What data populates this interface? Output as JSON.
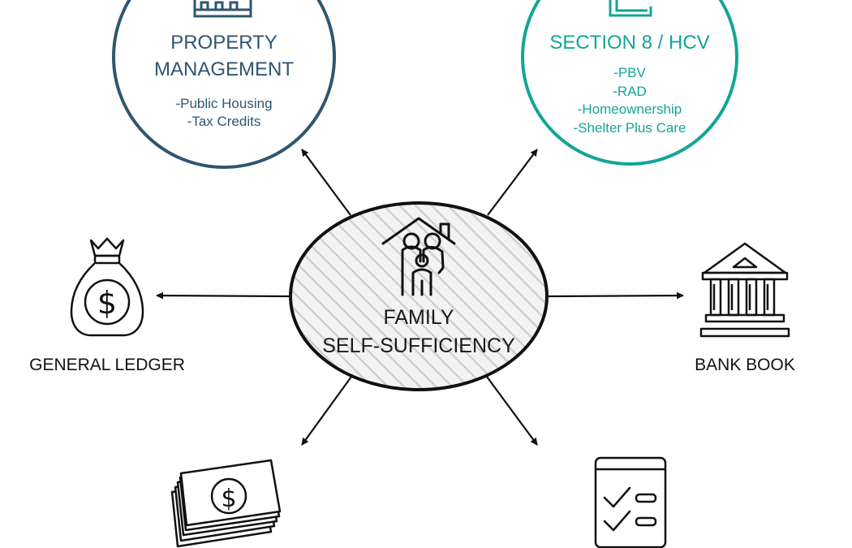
{
  "colors": {
    "property_management": "#2f5670",
    "section8": "#12a597",
    "stroke": "#111111",
    "hatch": "#d0d0d0",
    "center_fill": "#f3f3f3"
  },
  "property_management": {
    "title_lines": [
      "PROPERTY",
      "MANAGEMENT"
    ],
    "items": [
      "-Public Housing",
      "-Tax Credits"
    ],
    "icon": "apartment-building-icon"
  },
  "section8": {
    "title": "SECTION 8 / HCV",
    "items": [
      "-PBV",
      "-RAD",
      "-Homeownership",
      "-Shelter Plus Care"
    ],
    "icon": "housing-building-icon"
  },
  "center": {
    "title_lines": [
      "FAMILY",
      "SELF-SUFFICIENCY"
    ],
    "icon": "family-house-icon"
  },
  "general_ledger": {
    "label": "GENERAL LEDGER",
    "icon": "money-bag-icon"
  },
  "bank_book": {
    "label": "BANK BOOK",
    "icon": "bank-building-icon"
  },
  "bottom_left": {
    "icon": "cash-stack-icon"
  },
  "bottom_right": {
    "icon": "checklist-icon"
  }
}
